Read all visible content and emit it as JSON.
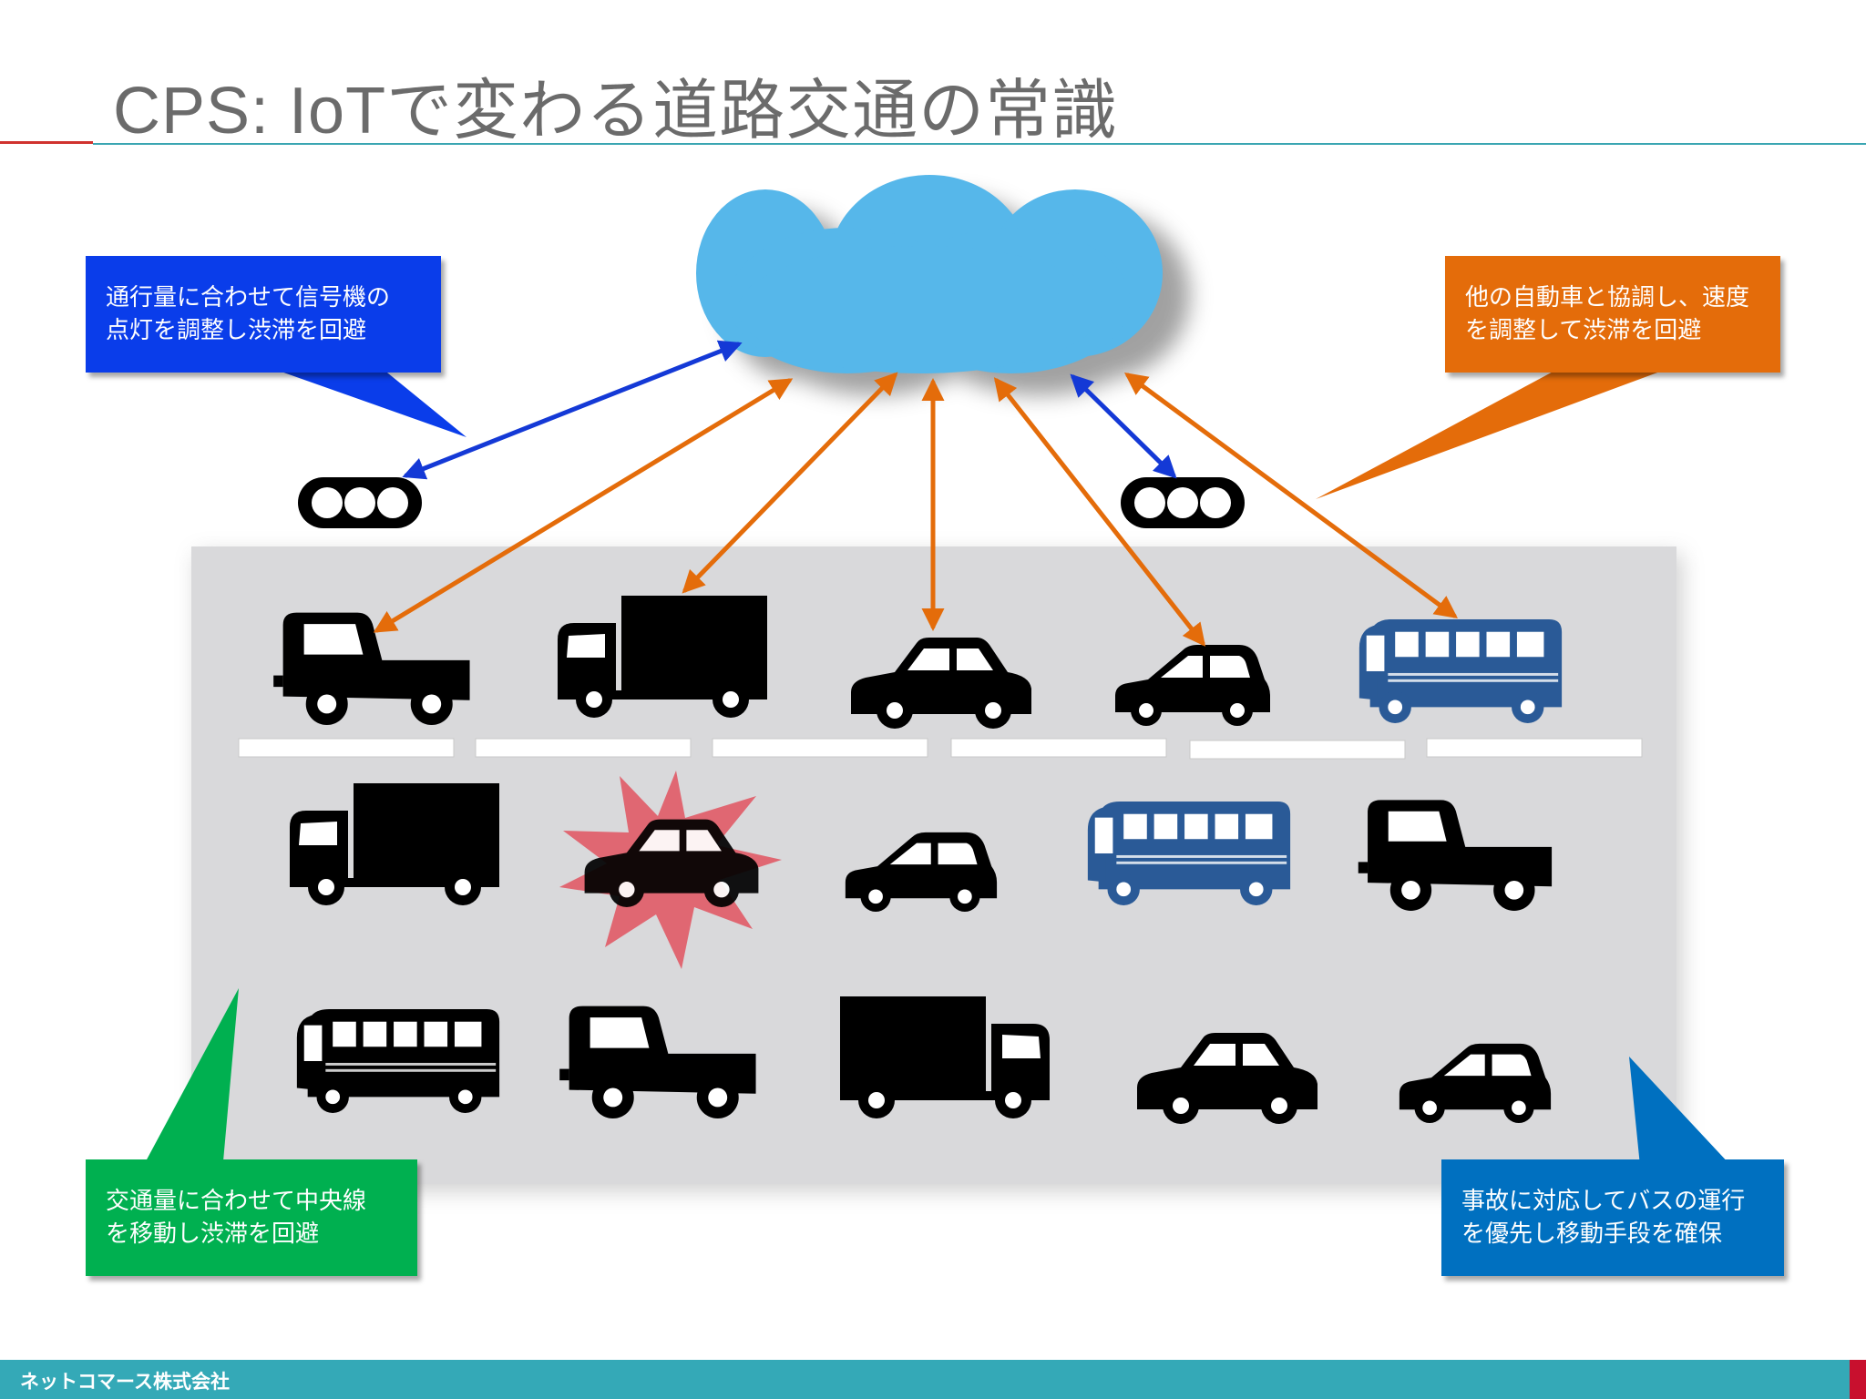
{
  "title": "CPS: IoTで変わる道路交通の常識",
  "callouts": {
    "signals": {
      "lines": [
        "通行量に合わせて信号機の",
        "点灯を調整し渋滞を回避"
      ],
      "color": "#0a3dea"
    },
    "cars": {
      "lines": [
        "他の自動車と協調し、速度",
        "を調整して渋滞を回避"
      ],
      "color": "#e46c0a"
    },
    "lanes": {
      "lines": [
        "交通量に合わせて中央線",
        "を移動し渋滞を回避"
      ],
      "color": "#00b050"
    },
    "bus": {
      "lines": [
        "事故に対応してバスの運行",
        "を優先し移動手段を確保"
      ],
      "color": "#0070c0"
    }
  },
  "footer": {
    "company": "ネットコマース株式会社"
  },
  "colors": {
    "cloud": "#56b7ea",
    "road": "#d9d9db",
    "vehicle": "#000000",
    "bus": "#2a5a97",
    "crash_burst": "#e05a66",
    "crash_car": "#7a0b0b",
    "arrow_orange": "#e46c0a",
    "arrow_blue": "#1439d6"
  },
  "icons": [
    "cloud-icon",
    "traffic-signal-icon",
    "pickup-truck-icon",
    "box-truck-icon",
    "sedan-icon",
    "compact-car-icon",
    "bus-icon",
    "crash-icon"
  ]
}
